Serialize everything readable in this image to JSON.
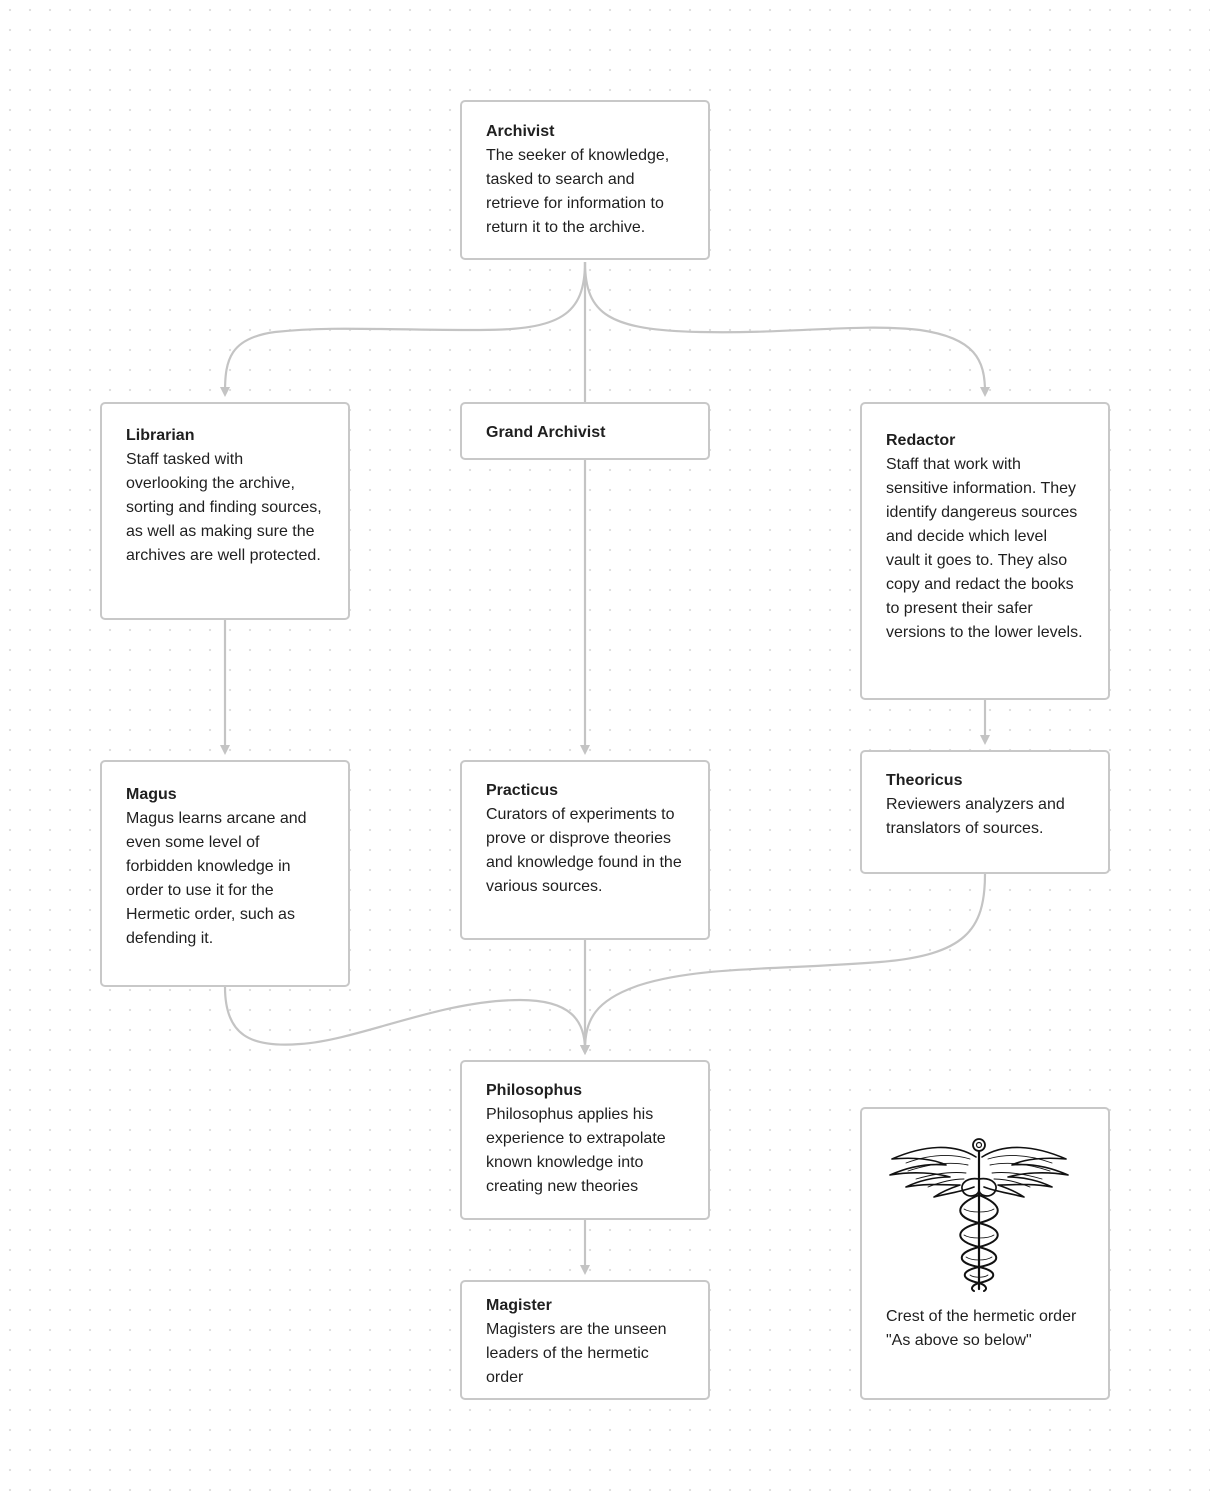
{
  "nodes": {
    "archivist": {
      "title": "Archivist",
      "description": "The seeker of knowledge, tasked to search and retrieve for information to return it to the archive."
    },
    "librarian": {
      "title": "Librarian",
      "description": "Staff tasked with overlooking the archive, sorting and finding sources, as well as making sure the archives are well protected."
    },
    "grand_archivist": {
      "title": "Grand Archivist"
    },
    "redactor": {
      "title": "Redactor",
      "description": "Staff that work with sensitive information. They identify dangereus sources and decide which level vault it goes to. They also copy and redact the books to present their safer versions to the lower levels."
    },
    "magus": {
      "title": "Magus",
      "description": "Magus learns arcane and even some level of forbidden knowledge in order to use it for the Hermetic order, such as defending it."
    },
    "practicus": {
      "title": "Practicus",
      "description": "Curators of experiments to prove or disprove theories and knowledge found in the various sources."
    },
    "theoricus": {
      "title": "Theoricus",
      "description": "Reviewers analyzers and translators of sources."
    },
    "philosophus": {
      "title": "Philosophus",
      "description": "Philosophus applies his experience to extrapolate known knowledge into creating new theories"
    },
    "magister": {
      "title": "Magister",
      "description": "Magisters are the unseen leaders of the hermetic order"
    },
    "crest": {
      "image": "caduceus-icon",
      "caption_line1": "Crest of the hermetic order",
      "caption_line2": "\"As above so below\""
    }
  },
  "edges": [
    {
      "from": "archivist",
      "to": "librarian"
    },
    {
      "from": "archivist",
      "to": "grand_archivist"
    },
    {
      "from": "archivist",
      "to": "redactor"
    },
    {
      "from": "librarian",
      "to": "magus"
    },
    {
      "from": "grand_archivist",
      "to": "practicus"
    },
    {
      "from": "redactor",
      "to": "theoricus"
    },
    {
      "from": "magus",
      "to": "philosophus"
    },
    {
      "from": "practicus",
      "to": "philosophus"
    },
    {
      "from": "theoricus",
      "to": "philosophus"
    },
    {
      "from": "philosophus",
      "to": "magister"
    }
  ],
  "colors": {
    "edge": "#c4c4c4",
    "node_border": "#c8c8c8",
    "background_dot": "#dedede",
    "text": "#1f1f1f"
  }
}
